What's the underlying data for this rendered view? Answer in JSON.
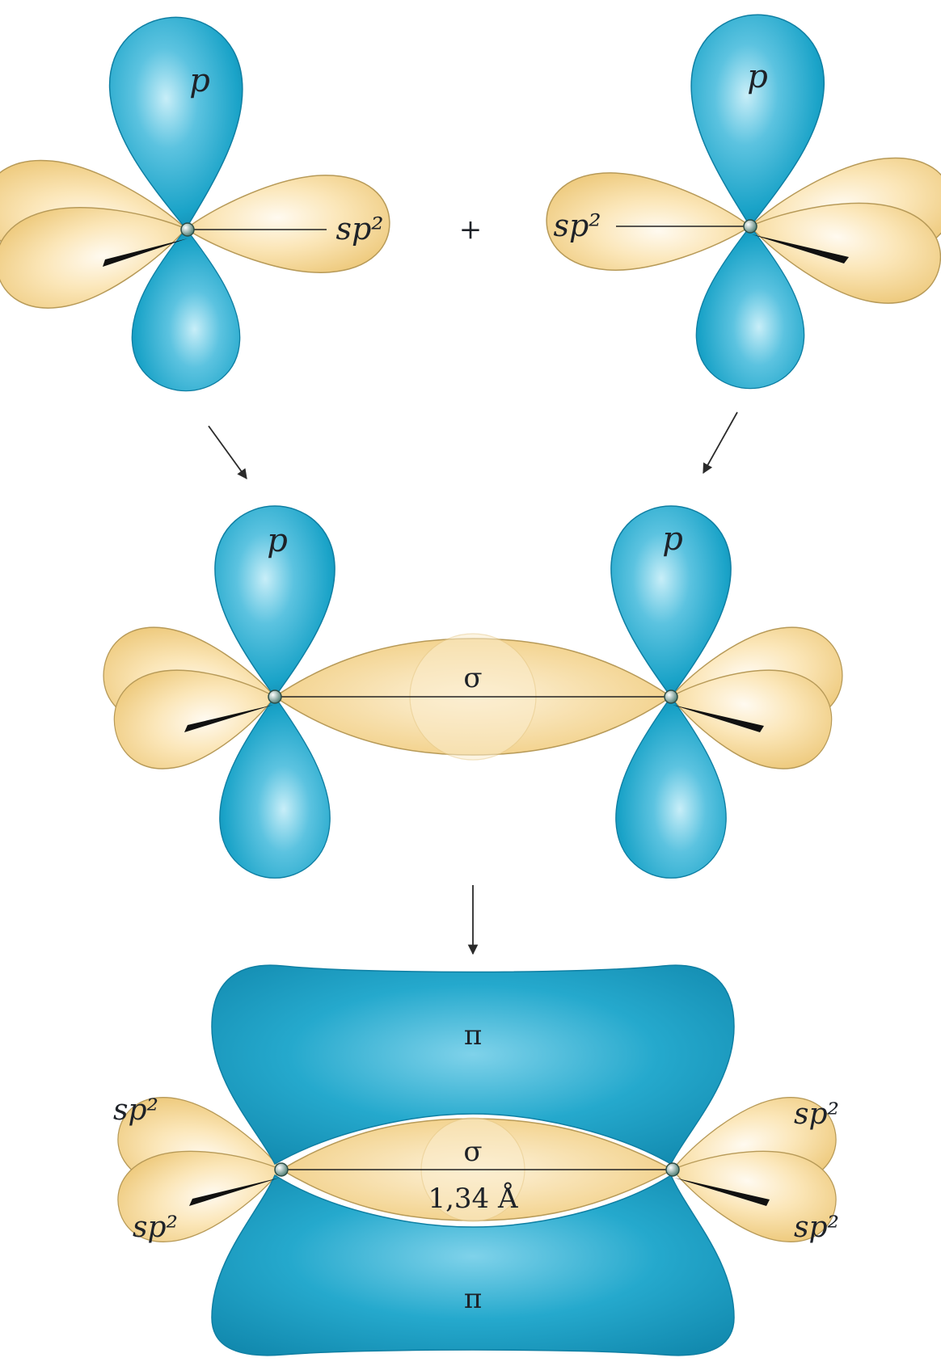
{
  "labels": {
    "p": "p",
    "sp2": "sp²",
    "plus": "+",
    "sigma": "σ",
    "pi": "π",
    "bond_length": "1,34 Å"
  },
  "colors": {
    "p_orbital": "#1aa3c8",
    "p_orbital_highlight": "#bfeaf6",
    "sp2_orbital": "#f1cf83",
    "sp2_orbital_highlight": "#fdf4dc",
    "outline": "#a08a55",
    "text": "#1e2228"
  }
}
